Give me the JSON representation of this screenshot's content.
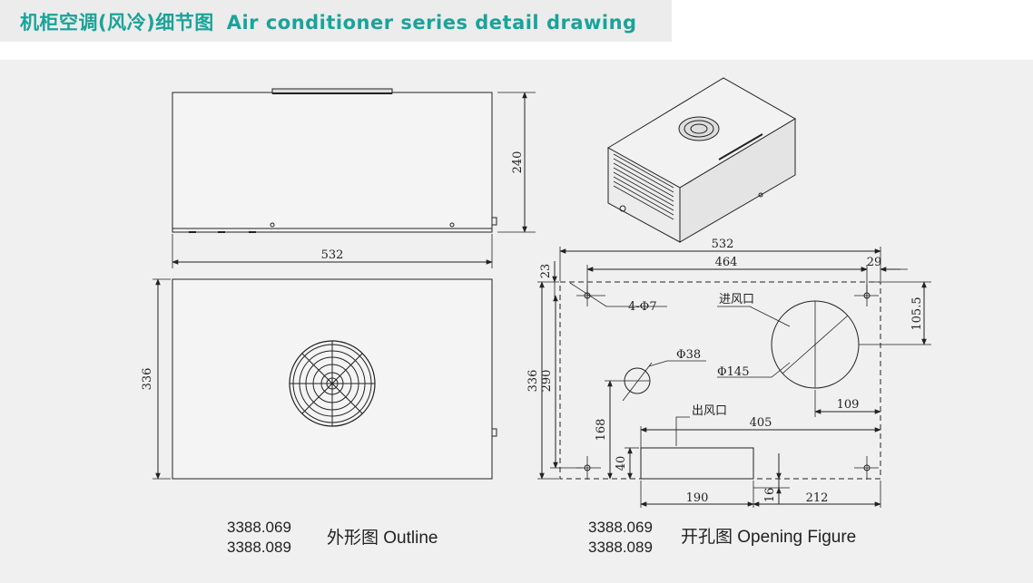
{
  "title": {
    "cn": "机柜空调(风冷)细节图",
    "en": "Air conditioner series detail drawing"
  },
  "outline": {
    "width": "532",
    "height": "240",
    "depth": "336",
    "parts": [
      "3388.069",
      "3388.089"
    ],
    "caption": "外形图 Outline"
  },
  "opening": {
    "overall_width": "532",
    "inner_width": "464",
    "right_margin": "29",
    "top_margin": "23",
    "holes": "4-Φ7",
    "inlet_label": "进风口",
    "inlet_right_offset": "105.5",
    "inlet_diameter": "Φ145",
    "small_diameter": "Φ38",
    "inlet_offset": "109",
    "outer_height": "336",
    "inner_height": "290",
    "outlet_label": "出风口",
    "outlet_span": "405",
    "small_height": "168",
    "outlet_height": "40",
    "outlet_width": "190",
    "outlet_bottom": "16",
    "outlet_right": "212",
    "parts": [
      "3388.069",
      "3388.089"
    ],
    "caption": "开孔图 Opening Figure"
  },
  "colors": {
    "title": "#1aa39a",
    "panel": "#f0f0f0",
    "line": "#222222"
  }
}
